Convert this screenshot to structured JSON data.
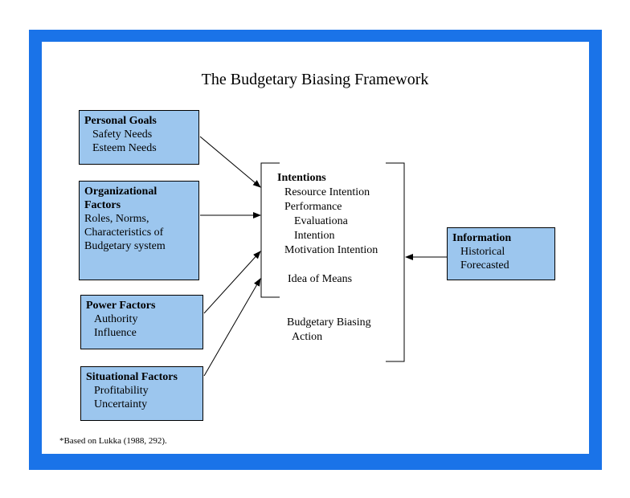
{
  "title": "The Budgetary Biasing Framework",
  "boxes": {
    "personal_goals": {
      "head": "Personal Goals",
      "items": [
        "Safety Needs",
        "Esteem Needs"
      ]
    },
    "organizational_factors": {
      "head_line1": "Organizational",
      "head_line2": "Factors",
      "items": [
        "Roles, Norms,",
        "Characteristics of",
        "Budgetary system"
      ]
    },
    "power_factors": {
      "head": "Power Factors",
      "items": [
        "Authority",
        "Influence"
      ]
    },
    "situational_factors": {
      "head": "Situational Factors",
      "items": [
        "Profitability",
        "Uncertainty"
      ]
    },
    "information": {
      "head": "Information",
      "items": [
        "Historical",
        "Forecasted"
      ]
    }
  },
  "center": {
    "intentions": "Intentions",
    "resource_intention": "Resource Intention",
    "performance": "Performance",
    "evaluation_line1": "Evaluationa",
    "evaluation_line2": "Intention",
    "motivation_intention": "Motivation Intention",
    "idea_of_means": "Idea of Means",
    "biasing_line1": "Budgetary Biasing",
    "biasing_line2": "Action"
  },
  "footnote": "*Based on Lukka (1988, 292).",
  "colors": {
    "frame": "#1a73e8",
    "box_fill": "#9cc6ee"
  }
}
